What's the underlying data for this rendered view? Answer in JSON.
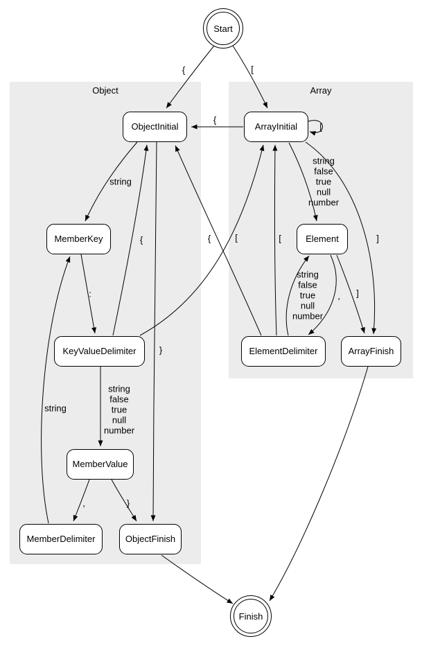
{
  "diagram": {
    "type": "state-machine",
    "clusters": {
      "object": {
        "label": "Object"
      },
      "array": {
        "label": "Array"
      }
    },
    "nodes": {
      "start": {
        "label": "Start",
        "shape": "doublecircle"
      },
      "object_initial": {
        "label": "ObjectInitial",
        "shape": "rounded-box"
      },
      "member_key": {
        "label": "MemberKey",
        "shape": "rounded-box"
      },
      "key_value_delimiter": {
        "label": "KeyValueDelimiter",
        "shape": "rounded-box"
      },
      "member_value": {
        "label": "MemberValue",
        "shape": "rounded-box"
      },
      "member_delimiter": {
        "label": "MemberDelimiter",
        "shape": "rounded-box"
      },
      "object_finish": {
        "label": "ObjectFinish",
        "shape": "rounded-box"
      },
      "array_initial": {
        "label": "ArrayInitial",
        "shape": "rounded-box"
      },
      "element": {
        "label": "Element",
        "shape": "rounded-box"
      },
      "element_delimiter": {
        "label": "ElementDelimiter",
        "shape": "rounded-box"
      },
      "array_finish": {
        "label": "ArrayFinish",
        "shape": "rounded-box"
      },
      "finish": {
        "label": "Finish",
        "shape": "doublecircle"
      }
    },
    "edges": [
      {
        "from": "Start",
        "to": "ObjectInitial",
        "label": "{"
      },
      {
        "from": "Start",
        "to": "ArrayInitial",
        "label": "["
      },
      {
        "from": "ArrayInitial",
        "to": "ObjectInitial",
        "label": "{"
      },
      {
        "from": "ArrayInitial",
        "to": "ArrayInitial",
        "label": "["
      },
      {
        "from": "ObjectInitial",
        "to": "MemberKey",
        "label": "string"
      },
      {
        "from": "ObjectInitial",
        "to": "ObjectFinish",
        "label": "}"
      },
      {
        "from": "MemberKey",
        "to": "KeyValueDelimiter",
        "label": ":"
      },
      {
        "from": "KeyValueDelimiter",
        "to": "ObjectInitial",
        "label": "{"
      },
      {
        "from": "KeyValueDelimiter",
        "to": "ArrayInitial",
        "label": "["
      },
      {
        "from": "KeyValueDelimiter",
        "to": "MemberValue",
        "label": "string\nfalse\ntrue\nnull\nnumber"
      },
      {
        "from": "MemberValue",
        "to": "MemberDelimiter",
        "label": ","
      },
      {
        "from": "MemberValue",
        "to": "ObjectFinish",
        "label": "}"
      },
      {
        "from": "MemberDelimiter",
        "to": "MemberKey",
        "label": "string"
      },
      {
        "from": "ObjectFinish",
        "to": "Finish",
        "label": ""
      },
      {
        "from": "ArrayInitial",
        "to": "Element",
        "label": "string\nfalse\ntrue\nnull\nnumber"
      },
      {
        "from": "ArrayInitial",
        "to": "ArrayFinish",
        "label": "]"
      },
      {
        "from": "Element",
        "to": "ElementDelimiter",
        "label": ","
      },
      {
        "from": "Element",
        "to": "ArrayFinish",
        "label": "]"
      },
      {
        "from": "ElementDelimiter",
        "to": "Element",
        "label": "string\nfalse\ntrue\nnull\nnumber"
      },
      {
        "from": "ElementDelimiter",
        "to": "ObjectInitial",
        "label": "{"
      },
      {
        "from": "ElementDelimiter",
        "to": "ArrayInitial",
        "label": "["
      },
      {
        "from": "ArrayFinish",
        "to": "Finish",
        "label": ""
      }
    ],
    "colors": {
      "background": "#ffffff",
      "cluster_fill": "#ececec",
      "node_fill": "#ffffff",
      "stroke": "#000000"
    }
  }
}
